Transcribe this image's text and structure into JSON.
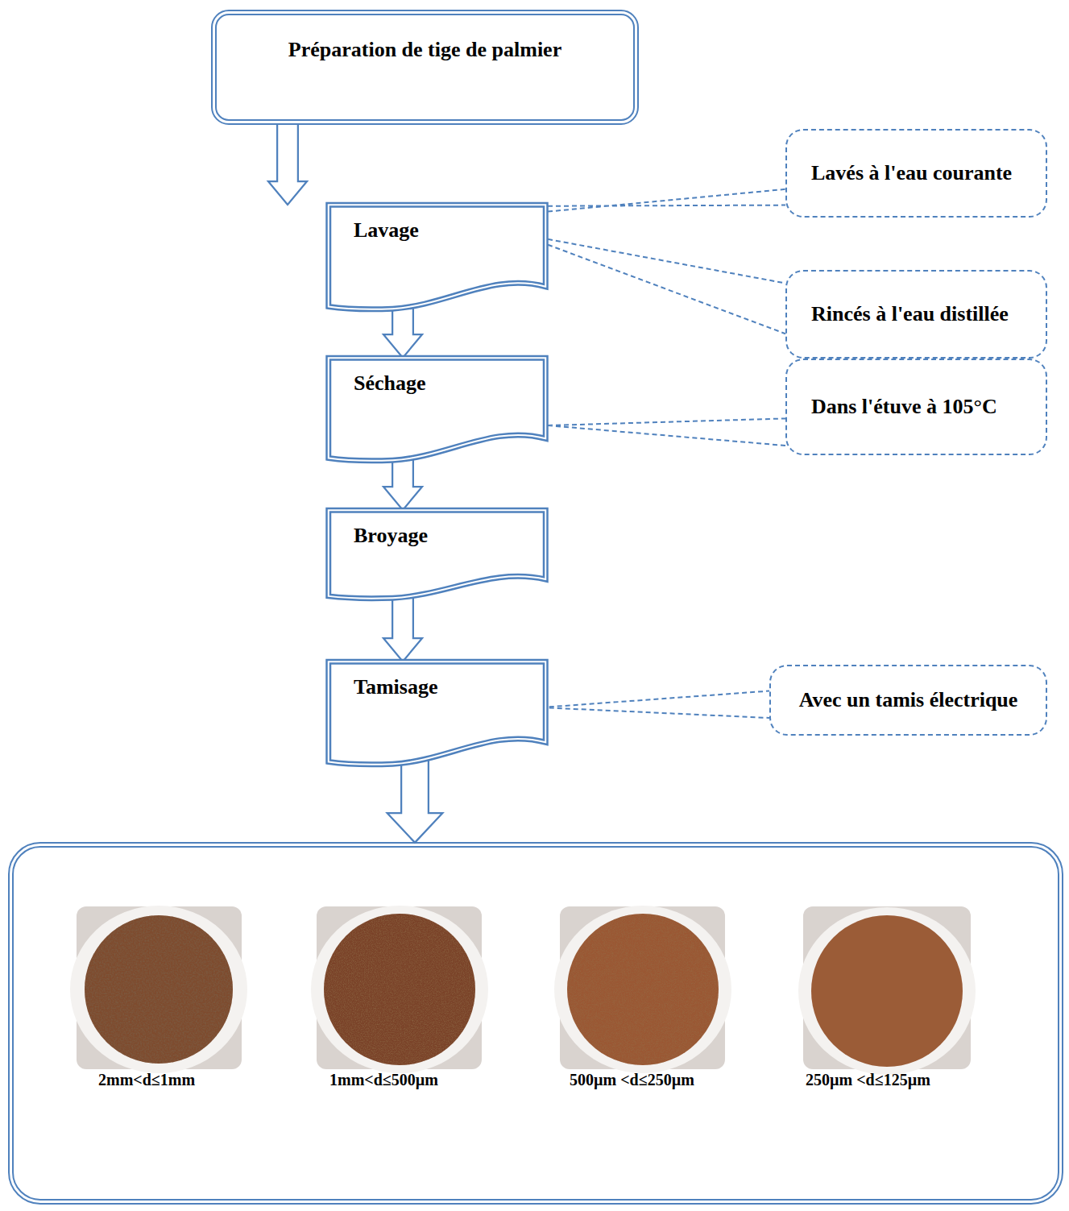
{
  "diagram": {
    "nodes": [
      {
        "text": [
          "Préparation de tige de palmier"
        ]
      },
      {
        "text": [
          "Lavage"
        ]
      },
      {
        "text": [
          "Lavés à l'eau courante"
        ]
      },
      {
        "text": [
          "Rincés à l'eau distillée"
        ]
      },
      {
        "text": [
          "Séchage"
        ]
      },
      {
        "text": [
          "Dans l'étuve à 105°C"
        ]
      },
      {
        "text": [
          "Broyage"
        ]
      },
      {
        "text": [
          "Tamisage"
        ]
      },
      {
        "text": [
          "Avec un tamis électrique"
        ]
      },
      {
        "text": [
          "2mm<d≤1mm",
          "1mm<d≤500µm",
          "500µm <d≤250µm",
          "250µm <d≤125µm"
        ]
      }
    ],
    "edges": [
      {
        "from": 0,
        "to": 1,
        "arrow": "to"
      },
      {
        "from": 1,
        "to": 4,
        "arrow": "to"
      },
      {
        "from": 4,
        "to": 6,
        "arrow": "to"
      },
      {
        "from": 6,
        "to": 7,
        "arrow": "to"
      },
      {
        "from": 7,
        "to": 9,
        "arrow": "to"
      },
      {
        "from": 1,
        "to": 2,
        "arrow": "none"
      },
      {
        "from": 1,
        "to": 3,
        "arrow": "none"
      },
      {
        "from": 4,
        "to": 5,
        "arrow": "none"
      },
      {
        "from": 7,
        "to": 8,
        "arrow": "none"
      }
    ]
  }
}
